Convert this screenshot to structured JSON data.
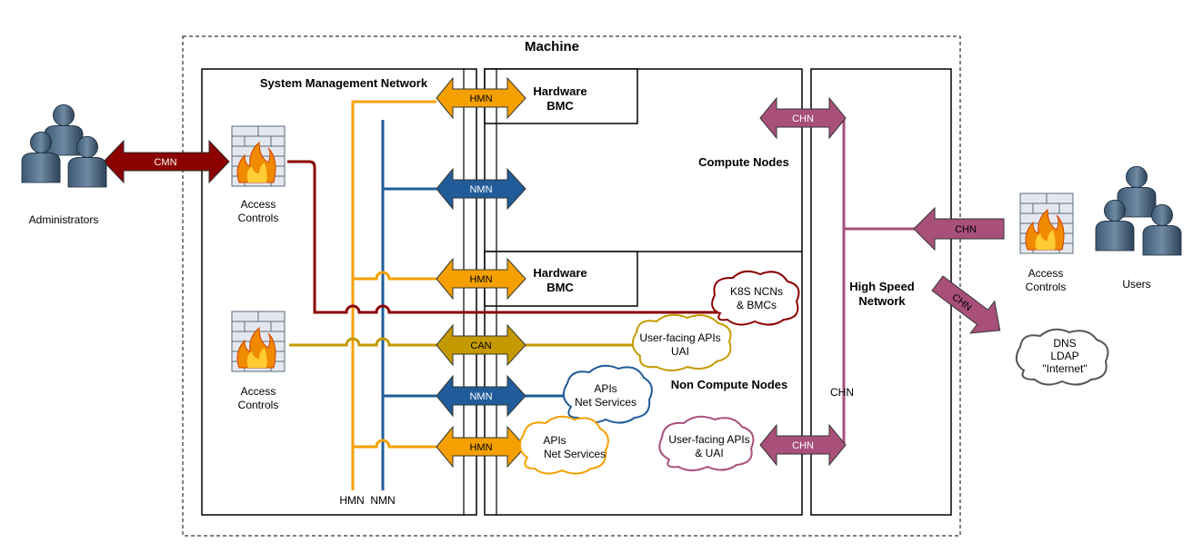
{
  "title": "Machine",
  "colors": {
    "cmn": "#8b0000",
    "hmn": "#f5a000",
    "nmn": "#1f5c99",
    "can": "#c49a00",
    "chn": "#a8507a",
    "cloud_hmn": "#f5a000",
    "cloud_nmn": "#1f5c99",
    "cloud_can": "#c49a00",
    "cloud_chn": "#a8507a",
    "cloud_cmn": "#8b0000"
  },
  "icons": {
    "people": "people-silhouette-icon",
    "firewall": "firewall-icon"
  },
  "regions": {
    "system_management_network": "System Management Network",
    "compute_nodes": "Compute Nodes",
    "non_compute_nodes": "Non Compute Nodes",
    "high_speed_network_line1": "High Speed",
    "high_speed_network_line2": "Network",
    "hardware_bmc_1_line1": "Hardware",
    "hardware_bmc_1_line2": "BMC",
    "hardware_bmc_2_line1": "Hardware",
    "hardware_bmc_2_line2": "BMC"
  },
  "actors": {
    "administrators": "Administrators",
    "users": "Users"
  },
  "access_controls": {
    "top_left_line1": "Access",
    "top_left_line2": "Controls",
    "bottom_left_line1": "Access",
    "bottom_left_line2": "Controls",
    "right_line1": "Access",
    "right_line2": "Controls"
  },
  "arrows": {
    "cmn": "CMN",
    "hmn_top": "HMN",
    "nmn_top": "NMN",
    "hmn_mid": "HMN",
    "can": "CAN",
    "nmn_bottom": "NMN",
    "hmn_bottom": "HMN",
    "chn_top": "CHN",
    "chn_users": "CHN",
    "chn_internet": "CHN",
    "chn_bottom": "CHN"
  },
  "line_labels": {
    "hmn": "HMN",
    "nmn": "NMN",
    "chn": "CHN"
  },
  "clouds": {
    "k8s_line1": "K8S NCNs",
    "k8s_line2": "& BMCs",
    "user_apis_line1": "User-facing APIs",
    "user_apis_line2": "UAI",
    "apis_nmn_line1": "APIs",
    "apis_nmn_line2": "Net Services",
    "apis_hmn_line1": "APIs",
    "apis_hmn_line2": "Net Services",
    "user_apis_chn_line1": "User-facing APIs",
    "user_apis_chn_line2": "& UAI",
    "internet_line1": "DNS",
    "internet_line2": "LDAP",
    "internet_line3": "\"Internet\""
  }
}
